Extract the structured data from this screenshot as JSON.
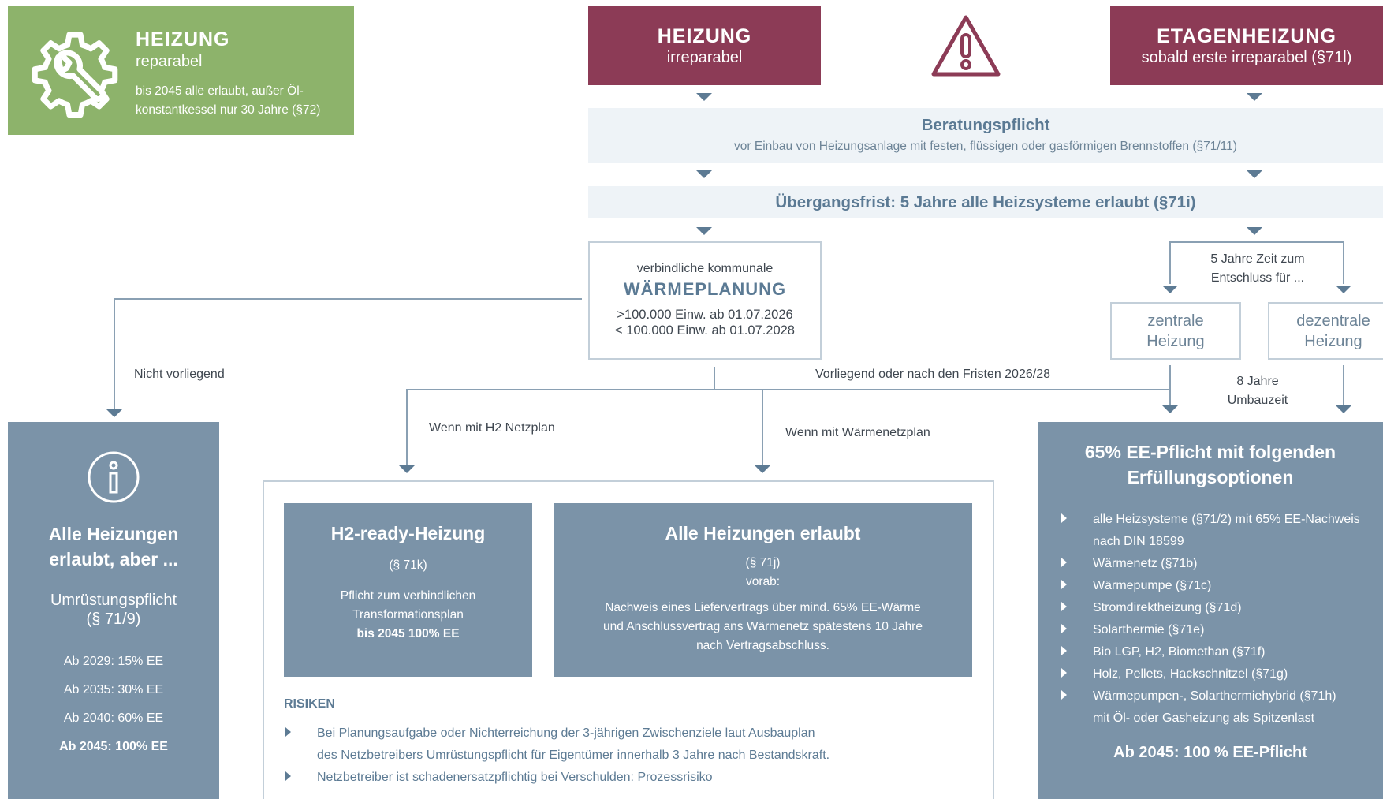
{
  "repairable": {
    "title": "HEIZUNG",
    "subtitle": "reparabel",
    "text_line1": "bis 2045 alle erlaubt, außer  Öl-",
    "text_line2": "konstantkessel nur 30 Jahre (§72)",
    "icon": "gear-wrench-icon"
  },
  "irreparable": {
    "title": "HEIZUNG",
    "subtitle": "irreparabel"
  },
  "warning_icon": "warning-triangle-icon",
  "floor_heating": {
    "title": "ETAGENHEIZUNG",
    "subtitle": "sobald erste irreparabel (§71l)"
  },
  "consultation": {
    "title": "Beratungspflicht",
    "text": "vor Einbau von Heizungsanlage mit festen, flüssigen oder gasförmigen Brennstoffen (§71/11)"
  },
  "transition": {
    "text": "Übergangsfrist: 5 Jahre alle Heizsysteme erlaubt (§71i)"
  },
  "heat_planning": {
    "pre": "verbindliche kommunale",
    "title": "WÄRMEPLANUNG",
    "line1": ">100.000 Einw. ab 01.07.2026",
    "line2": "< 100.000 Einw. ab 01.07.2028"
  },
  "five_years": {
    "line1": "5 Jahre Zeit zum",
    "line2": "Entschluss für ..."
  },
  "central": {
    "line1": "zentrale",
    "line2": "Heizung"
  },
  "decentral": {
    "line1": "dezentrale",
    "line2": "Heizung"
  },
  "labels": {
    "not_present": "Nicht vorliegend",
    "present": "Vorliegend oder nach den Fristen 2026/28",
    "h2_plan": "Wenn mit H2 Netzplan",
    "heat_net_plan": "Wenn mit Wärmenetzplan",
    "rebuild_line1": "8 Jahre",
    "rebuild_line2": "Umbauzeit"
  },
  "all_allowed_but": {
    "icon": "info-icon",
    "title_line1": "Alle Heizungen",
    "title_line2": "erlaubt, aber ...",
    "sub_line1": "Umrüstungspflicht",
    "sub_line2": "(§ 71/9)",
    "steps": [
      "Ab 2029: 15% EE",
      "Ab 2035: 30% EE",
      "Ab 2040: 60% EE"
    ],
    "final": "Ab 2045: 100% EE"
  },
  "h2_ready": {
    "title": "H2-ready-Heizung",
    "ref": "(§ 71k)",
    "line1": "Pflicht zum verbindlichen",
    "line2": "Transformationsplan",
    "line3": "bis 2045 100% EE"
  },
  "all_allowed": {
    "title": "Alle Heizungen erlaubt",
    "ref": "(§ 71j)",
    "pre": "vorab:",
    "line1": "Nachweis eines Liefervertrags über mind. 65% EE-Wärme",
    "line2": "und Anschlussvertrag ans Wärmenetz spätestens 10 Jahre",
    "line3": "nach Vertragsabschluss."
  },
  "risks": {
    "title": "RISIKEN",
    "item1_line1": "Bei Planungsaufgabe oder Nichterreichung der 3-jährigen Zwischenziele laut Ausbauplan",
    "item1_line2": "des Netzbetreibers Umrüstungspflicht für Eigentümer innerhalb 3 Jahre nach Bestandskraft.",
    "item2": "Netzbetreiber ist schadenersatzpflichtig bei  Verschulden: Prozessrisiko"
  },
  "ee_duty": {
    "title_line1": "65% EE-Pflicht mit folgenden",
    "title_line2": "Erfüllungsoptionen",
    "opt1_line1": "alle Heizsysteme (§71/2) mit 65% EE-Nachweis",
    "opt1_line2": "nach DIN 18599",
    "options": [
      "Wärmenetz (§71b)",
      "Wärmepumpe (§71c)",
      "Stromdirektheizung (§71d)",
      "Solarthermie (§71e)",
      "Bio LGP, H2, Biomethan (§71f)",
      "Holz, Pellets, Hackschnitzel (§71g)"
    ],
    "opt_last_line1": "Wärmepumpen-, Solarthermiehybrid (§71h)",
    "opt_last_line2": "mit Öl- oder Gasheizung als Spitzenlast",
    "footer": "Ab 2045: 100 % EE-Pflicht"
  }
}
